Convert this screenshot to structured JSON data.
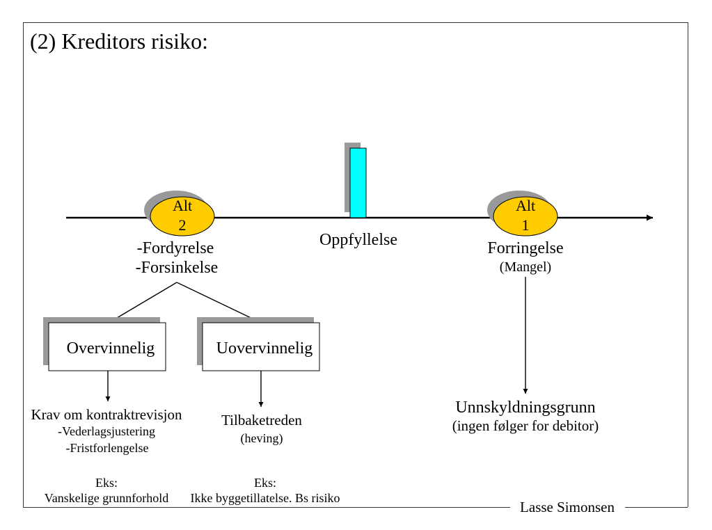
{
  "slide": {
    "title": "(2) Kreditors risiko:",
    "footer": "Lasse Simonsen"
  },
  "timeline": {
    "alt2": {
      "line1": "Alt",
      "line2": "2"
    },
    "performance_label": "Oppfyllelse",
    "alt1": {
      "line1": "Alt",
      "line2": "1"
    },
    "left_labels": [
      "-Fordyrelse",
      "-Forsinkelse"
    ],
    "right_label": "Forringelse",
    "right_sublabel": "(Mangel)"
  },
  "branches": {
    "overvinnelig": {
      "label": "Overvinnelig",
      "outcome": "Krav om kontraktrevisjon",
      "outcome_details": [
        "-Vederlagsjustering",
        "-Fristforlengelse"
      ],
      "example_heading": "Eks:",
      "example": "Vanskelige grunnforhold"
    },
    "uovervinnelig": {
      "label": "Uovervinnelig",
      "outcome": "Tilbaketreden",
      "outcome_details": [
        "(heving)"
      ],
      "example_heading": "Eks:",
      "example": "Ikke byggetillatelse. Bs risiko"
    },
    "forringelse": {
      "outcome": "Unnskyldningsgrunn",
      "outcome_detail": "(ingen følger for debitor)"
    }
  },
  "colors": {
    "oval_fill": "#FFCC00",
    "performance_marker_fill": "#00FFFF",
    "shadow": "#999999"
  }
}
